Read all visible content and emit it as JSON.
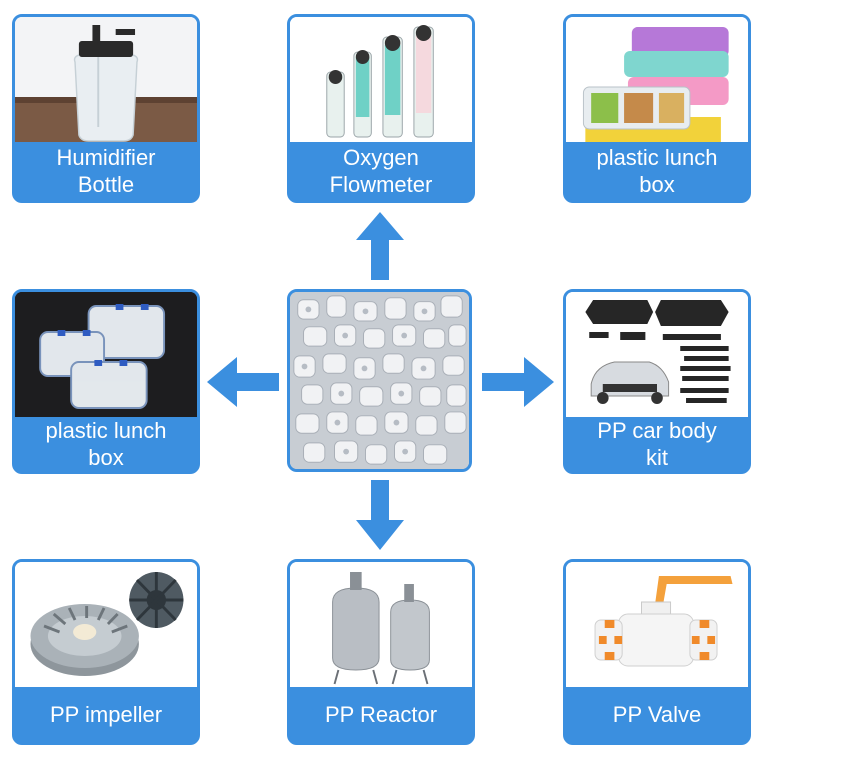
{
  "colors": {
    "accent": "#3b8fdf",
    "label_text": "#ffffff"
  },
  "center": {
    "image": "white-pp-pellets"
  },
  "cards": {
    "humidifier": {
      "label": "Humidifier\nBottle",
      "image": "humidifier-bottle"
    },
    "flowmeter": {
      "label": "Oxygen\nFlowmeter",
      "image": "oxygen-flowmeters"
    },
    "lunchbox_colored": {
      "label": "plastic lunch\nbox",
      "image": "colored-lunch-boxes"
    },
    "lunchbox_clear": {
      "label": "plastic lunch\nbox",
      "image": "clear-lunch-boxes"
    },
    "carkit": {
      "label": "PP car body\nkit",
      "image": "car-body-kit"
    },
    "impeller": {
      "label": "PP impeller",
      "image": "impeller"
    },
    "reactor": {
      "label": "PP Reactor",
      "image": "reactor-tanks"
    },
    "valve": {
      "label": "PP Valve",
      "image": "ball-valve"
    }
  },
  "arrows": [
    "up",
    "left",
    "right",
    "down"
  ]
}
